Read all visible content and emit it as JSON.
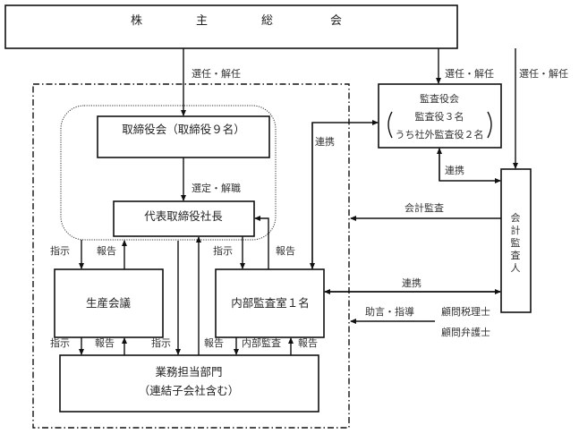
{
  "title": "Corporate governance structure diagram",
  "nodes": {
    "shareholders": {
      "chars": [
        "株",
        "主",
        "総",
        "会"
      ]
    },
    "board": {
      "label": "取締役会（取締役９名）"
    },
    "president": {
      "label": "代表取締役社長"
    },
    "auditors": {
      "line1": "監査役会",
      "line2": "監査役３名",
      "line3": "うち社外監査役２名"
    },
    "accounting_auditor": {
      "chars": [
        "会",
        "計",
        "監",
        "査",
        "人"
      ]
    },
    "production_meeting": {
      "label": "生産会議"
    },
    "internal_audit": {
      "label": "内部監査室１名"
    },
    "business_divisions": {
      "line1": "業務担当部門",
      "line2": "（連結子会社含む）"
    },
    "advisors": {
      "tax": "顧問税理士",
      "lawyer": "顧問弁護士"
    }
  },
  "edges": {
    "elect_dismiss_board": "選任・解任",
    "elect_dismiss_auditors": "選任・解任",
    "elect_dismiss_accounting": "選任・解任",
    "select_dismiss_president": "選定・解職",
    "cooperation_auditors_internal": "連携",
    "cooperation_auditors_accounting": "連携",
    "accounting_audit": "会計監査",
    "cooperation_accounting_internal": "連携",
    "advice_guidance": "助言・指導",
    "instruct_production": "指示",
    "report_production": "報告",
    "instruct_internal": "指示",
    "report_internal": "報告",
    "instruct_prod_to_div": "指示",
    "report_div_to_prod": "報告",
    "instruct_pres_to_div": "指示",
    "report_div_to_pres": "報告",
    "internal_audit_to_div": "内部監査",
    "report_div_to_internal": "報告"
  }
}
